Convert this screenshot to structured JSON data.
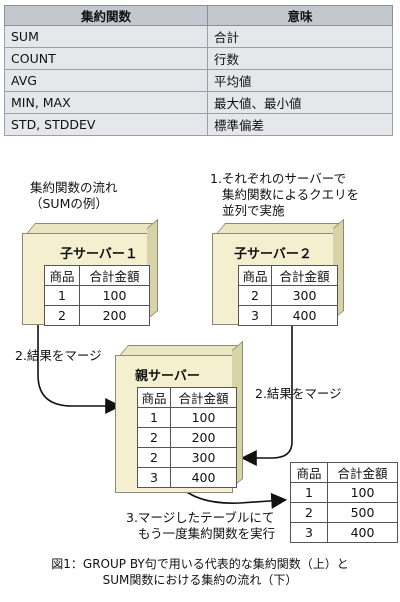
{
  "agg_table": {
    "headers": [
      "集約関数",
      "意味"
    ],
    "rows": [
      [
        "SUM",
        "合計"
      ],
      [
        "COUNT",
        "行数"
      ],
      [
        "AVG",
        "平均値"
      ],
      [
        "MIN, MAX",
        "最大値、最小値"
      ],
      [
        "STD, STDDEV",
        "標準偏差"
      ]
    ]
  },
  "diagram": {
    "flow_title_1": "集約関数の流れ",
    "flow_title_2": "（SUMの例）",
    "step1_line1": "1.それぞれのサーバーで",
    "step1_line2": "集約関数によるクエリを",
    "step1_line3": "並列で実施",
    "step2_left": "2.結果をマージ",
    "step2_right": "2.結果をマージ",
    "step3_line1": "3.マージしたテーブルにて",
    "step3_line2": "もう一度集約関数を実行",
    "child1": {
      "title": "子サーバー１",
      "headers": [
        "商品",
        "合計金額"
      ],
      "rows": [
        [
          "1",
          "100"
        ],
        [
          "2",
          "200"
        ]
      ]
    },
    "child2": {
      "title": "子サーバー２",
      "headers": [
        "商品",
        "合計金額"
      ],
      "rows": [
        [
          "2",
          "300"
        ],
        [
          "3",
          "400"
        ]
      ]
    },
    "parent": {
      "title": "親サーバー",
      "headers": [
        "商品",
        "合計金額"
      ],
      "rows": [
        [
          "1",
          "100"
        ],
        [
          "2",
          "200"
        ],
        [
          "2",
          "300"
        ],
        [
          "3",
          "400"
        ]
      ]
    },
    "result": {
      "headers": [
        "商品",
        "合計金額"
      ],
      "rows": [
        [
          "1",
          "100"
        ],
        [
          "2",
          "500"
        ],
        [
          "3",
          "400"
        ]
      ]
    }
  },
  "caption_line1": "図1：GROUP BY句で用いる代表的な集約関数（上）と",
  "caption_line2": "SUM関数における集約の流れ（下）"
}
